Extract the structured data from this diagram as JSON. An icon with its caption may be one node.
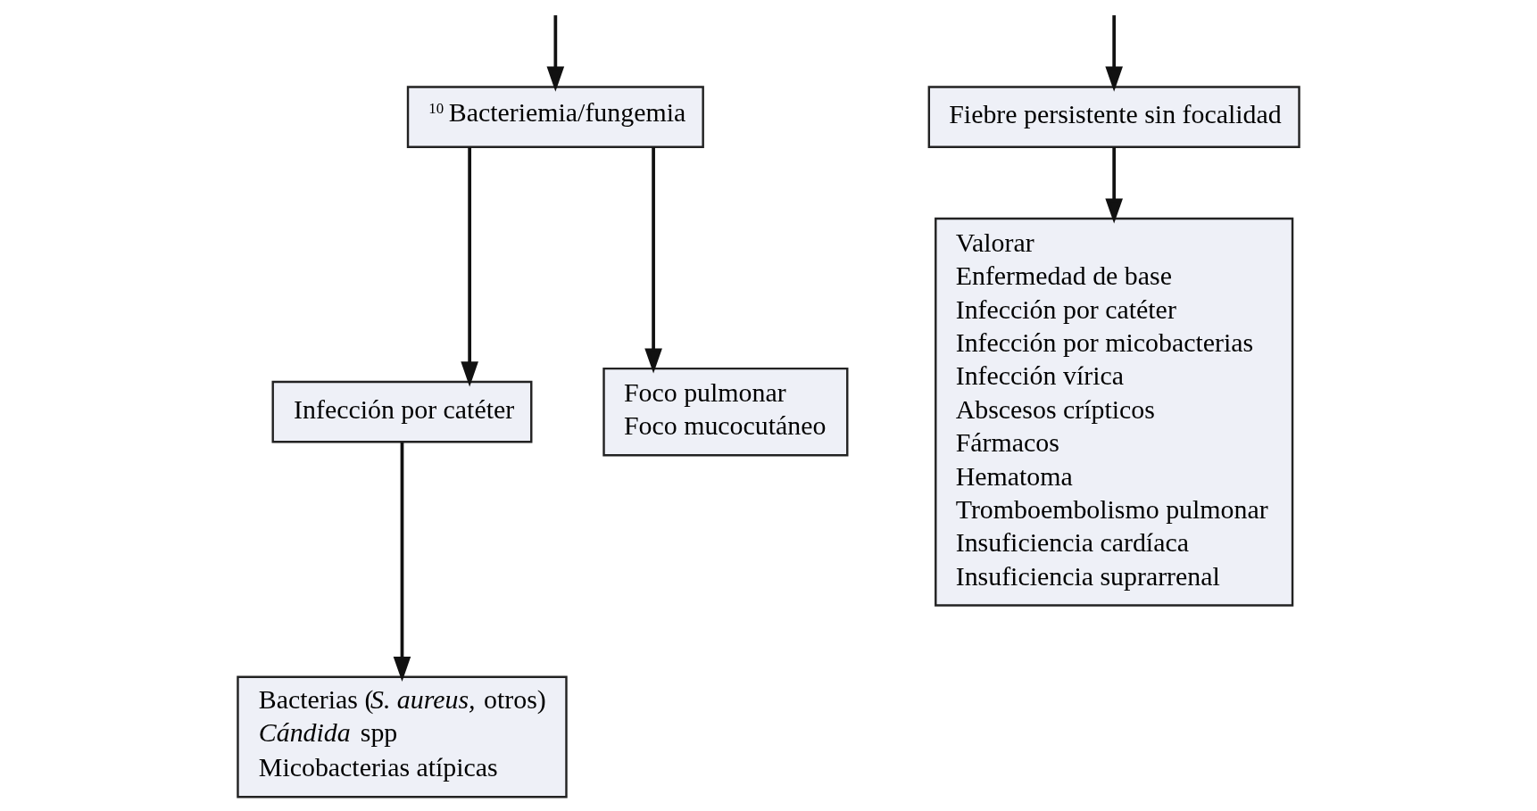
{
  "diagram": {
    "nodes": [
      {
        "text": [
          "$^{10}$ Bacteriemia/fungemia"
        ]
      },
      {
        "text": [
          "Fiebre persistente sin focalidad"
        ]
      },
      {
        "text": [
          "Infección por catéter"
        ]
      },
      {
        "text": [
          "Foco pulmonar",
          "Foco mucocutáneo"
        ]
      },
      {
        "text": [
          "Bacterias (*S. aureus,* otros)",
          "*Cándida* spp",
          "Micobacterias atípicas"
        ]
      },
      {
        "text": [
          "Valorar",
          "Enfermedad de base",
          "Infección por catéter",
          "Infección por micobacterias",
          "Infección vírica",
          "Abscesos crípticos",
          "Fármacos",
          "Hematoma",
          "Tromboembolismo pulmonar",
          "Insuficiencia cardíaca",
          "Insuficiencia suprarrenal"
        ]
      }
    ],
    "edges": [
      {
        "from": null,
        "to": 0,
        "arrow": "to"
      },
      {
        "from": null,
        "to": 1,
        "arrow": "to"
      },
      {
        "from": 0,
        "to": 2,
        "arrow": "to"
      },
      {
        "from": 0,
        "to": 3,
        "arrow": "to"
      },
      {
        "from": 2,
        "to": 4,
        "arrow": "to"
      },
      {
        "from": 1,
        "to": 5,
        "arrow": "to"
      }
    ]
  }
}
